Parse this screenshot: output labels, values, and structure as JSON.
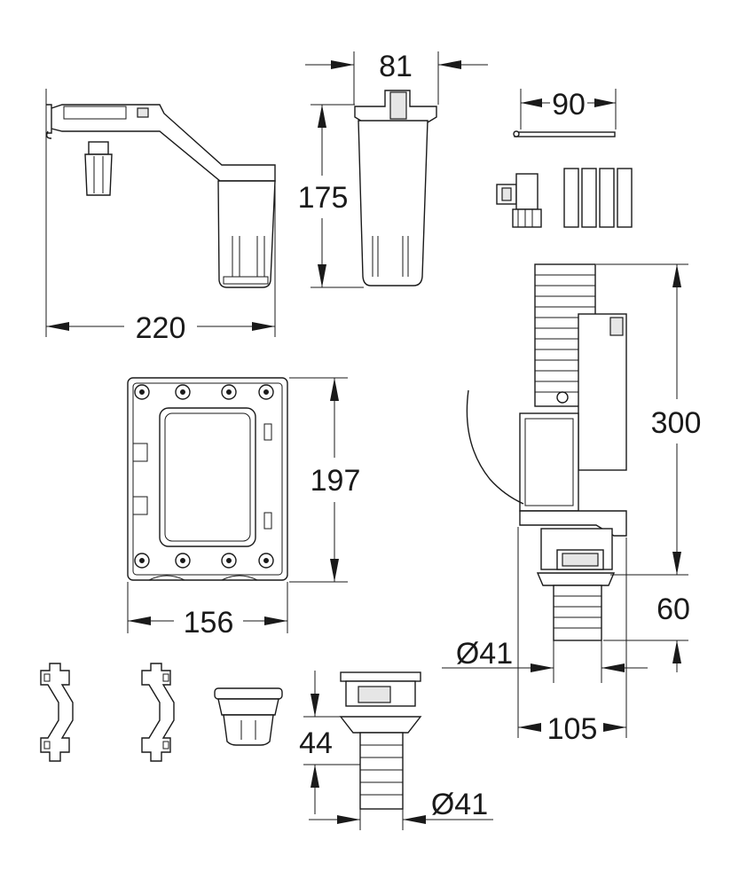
{
  "dimensions": {
    "bracket_width": "220",
    "box_width": "81",
    "box_height": "175",
    "rod_length": "90",
    "frame_height": "197",
    "frame_width": "156",
    "valve_height": "300",
    "outlet_length": "60",
    "valve_outlet_diameter": "Ø41",
    "valve_depth": "105",
    "coupling_height": "44",
    "coupling_diameter": "Ø41"
  }
}
